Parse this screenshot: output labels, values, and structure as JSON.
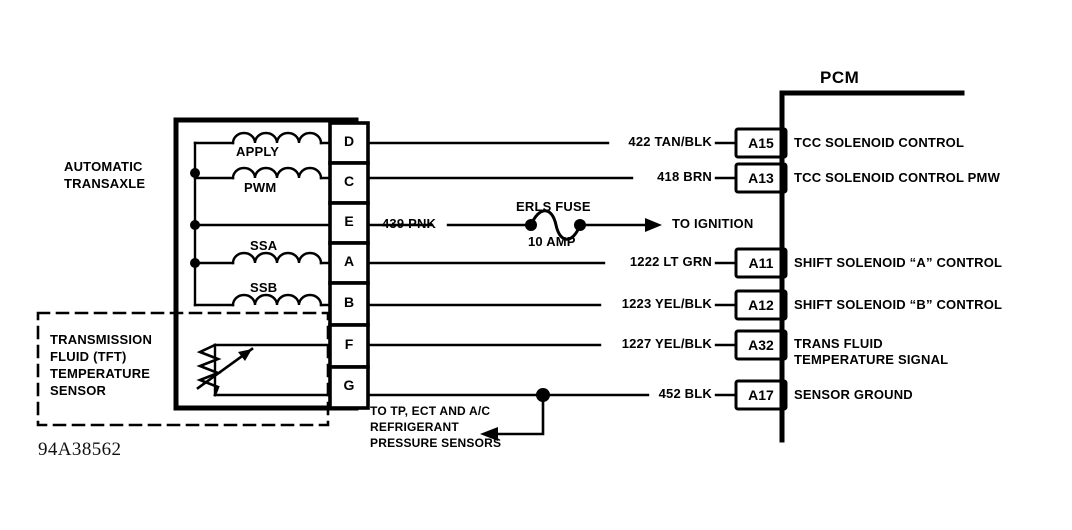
{
  "figure": {
    "id_code": "94A38562",
    "pcm_title": "PCM",
    "left_block_label_line1": "AUTOMATIC",
    "left_block_label_line2": "TRANSAXLE",
    "tft_box_label_line1": "TRANSMISSION",
    "tft_box_label_line2": "FLUID (TFT)",
    "tft_box_label_line3": "TEMPERATURE",
    "tft_box_label_line4": "SENSOR"
  },
  "transaxle": {
    "components": [
      {
        "name": "APPLY",
        "label_position": "below",
        "type": "solenoid-coil"
      },
      {
        "name": "PWM",
        "label_position": "below",
        "type": "solenoid-coil"
      },
      {
        "name": "SSA",
        "label_position": "above",
        "type": "solenoid-coil"
      },
      {
        "name": "SSB",
        "label_position": "above",
        "type": "solenoid-coil"
      }
    ],
    "thermistor": "variable-resistor"
  },
  "connector": {
    "pins": [
      {
        "id": "D"
      },
      {
        "id": "C"
      },
      {
        "id": "E"
      },
      {
        "id": "A"
      },
      {
        "id": "B"
      },
      {
        "id": "F"
      },
      {
        "id": "G"
      }
    ]
  },
  "circuits": [
    {
      "pin": "D",
      "wire": "422 TAN/BLK",
      "terminal": "A15",
      "function": "TCC SOLENOID CONTROL",
      "function_line2": ""
    },
    {
      "pin": "C",
      "wire": "418 BRN",
      "terminal": "A13",
      "function": "TCC SOLENOID CONTROL PMW",
      "function_line2": ""
    },
    {
      "pin": "E",
      "wire": "439 PNK",
      "terminal": "",
      "function": "TO IGNITION",
      "function_line2": ""
    },
    {
      "pin": "A",
      "wire": "1222 LT GRN",
      "terminal": "A11",
      "function": "SHIFT SOLENOID “A” CONTROL",
      "function_line2": ""
    },
    {
      "pin": "B",
      "wire": "1223 YEL/BLK",
      "terminal": "A12",
      "function": "SHIFT SOLENOID “B” CONTROL",
      "function_line2": ""
    },
    {
      "pin": "F",
      "wire": "1227 YEL/BLK",
      "terminal": "A32",
      "function": "TRANS FLUID",
      "function_line2": "TEMPERATURE SIGNAL"
    },
    {
      "pin": "G",
      "wire": "452 BLK",
      "terminal": "A17",
      "function": "SENSOR GROUND",
      "function_line2": ""
    }
  ],
  "fuse": {
    "name": "ERLS FUSE",
    "rating": "10 AMP",
    "destination": "TO IGNITION"
  },
  "branch_note": {
    "line1": "TO TP, ECT AND A/C",
    "line2": "REFRIGERANT",
    "line3": "PRESSURE SENSORS"
  },
  "colors": {
    "ink": "#000000",
    "paper": "#ffffff"
  }
}
